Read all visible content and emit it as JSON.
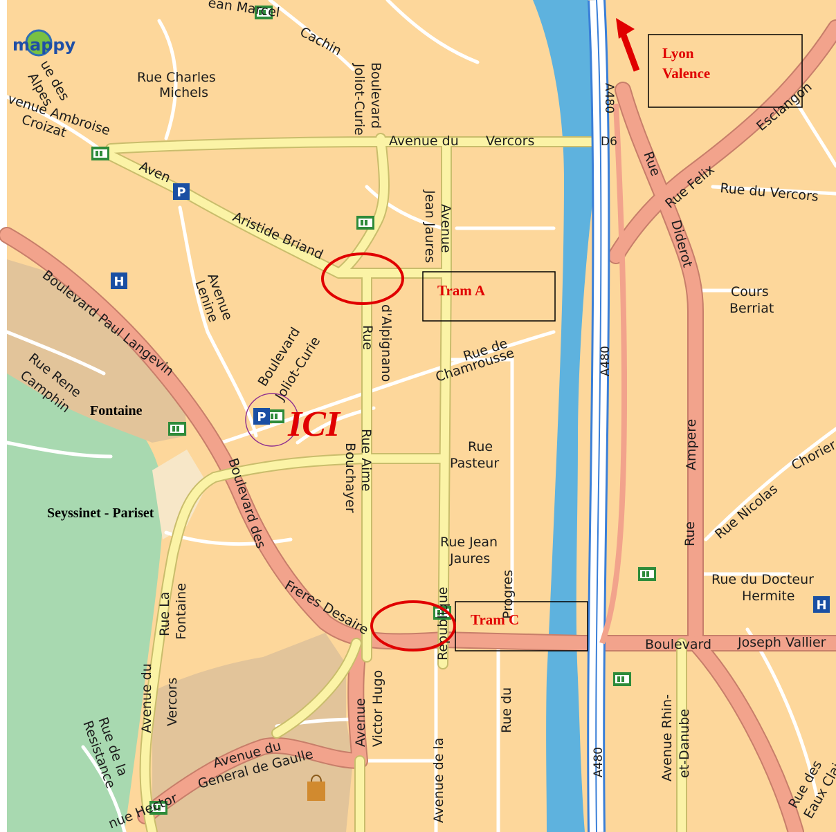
{
  "logo": {
    "text": "mappy"
  },
  "direction": {
    "line1": "Lyon",
    "line2": "Valence"
  },
  "tram_a": {
    "label": "Tram A"
  },
  "tram_c": {
    "label": "Tram C"
  },
  "here": {
    "label": "ICI"
  },
  "cities": {
    "fontaine": "Fontaine",
    "seyssinet": "Seyssinet - Pariset"
  },
  "streets": {
    "marcel": "ean Marcel",
    "cachin": "Cachin",
    "alpes_1": "ue des",
    "alpes_2": "Alpes",
    "charles_1": "Rue Charles",
    "charles_2": "Michels",
    "croizat_1": "venue Ambroise",
    "croizat_2": "Croizat",
    "bjc_top_1": "Boulevard",
    "bjc_top_2": "Joliot-Curie",
    "vercors_1": "Avenue du",
    "vercors_2": "Vercors",
    "d6": "D6",
    "a480_top": "A480",
    "a480_mid": "A480",
    "a480_bot": "A480",
    "esclangon": "Esclangon",
    "felix": "Rue Felix",
    "rue_d": "Rue",
    "diderot": "Diderot",
    "rue_du_vercors": "Rue du   Vercors",
    "aven": "Aven",
    "briand": "Aristide Briand",
    "jj_1": "Jean Jaures",
    "jj_2": "Avenue",
    "cours_1": "Cours",
    "cours_2": "Berriat",
    "langevin": "Boulevard  Paul Langevin",
    "lenine_1": "Avenue",
    "lenine_2": "Lenine",
    "rue_alp_1": "Rue",
    "rue_alp_2": "d'Alpignano",
    "chamrousse_1": "Rue de",
    "chamrousse_2": "Chamrousse",
    "camphin_1": "Rue Rene",
    "camphin_2": "Camphin",
    "bjc_1": "Boulevard",
    "bjc_2": "Joliot-Curie",
    "ampere_1": "Rue",
    "ampere_2": "Ampere",
    "chorier": "Chorier",
    "pasteur_1": "Rue",
    "pasteur_2": "Pasteur",
    "bouchayer_1": "Rue Aime",
    "bouchayer_2": "Bouchayer",
    "bd_des": "Boulevard des",
    "nicolas": "Rue Nicolas",
    "rue_jj_1": "Rue Jean",
    "rue_jj_2": "Jaures",
    "docteur_1": "Rue du Docteur",
    "docteur_2": "Hermite",
    "la_fontaine_1": "Rue La",
    "la_fontaine_2": "Fontaine",
    "progres": "Progres",
    "desaire": "Freres Desaire",
    "republique": "Republique",
    "bd_vallier_1": "Boulevard",
    "bd_vallier_2": "Joseph Vallier",
    "av_vercors_1": "Avenue du",
    "av_vercors_2": "Vercors",
    "hugo_1": "Avenue",
    "hugo_2": "Victor Hugo",
    "rue_du": "Rue du",
    "rhin_1": "Avenue Rhin-",
    "rhin_2": "et-Danube",
    "resistance_1": "Rue de la",
    "resistance_2": "Resistance",
    "gaulle_1": "Avenue du",
    "gaulle_2": "General de Gaulle",
    "av_lela": "Avenue de la",
    "hector": "nue Hector",
    "eaux_1": "Rue des",
    "eaux_2": "Eaux Clair"
  },
  "pois": {
    "parking": "P",
    "hospital": "H"
  },
  "colors": {
    "land": "#fdd79b",
    "park": "#a8d9b0",
    "zone": "#e2c49a",
    "river": "#5eb2de",
    "major_road": "#f2a38c",
    "minor_road": "#fbf3a6",
    "tram_marker": "#e00000"
  }
}
